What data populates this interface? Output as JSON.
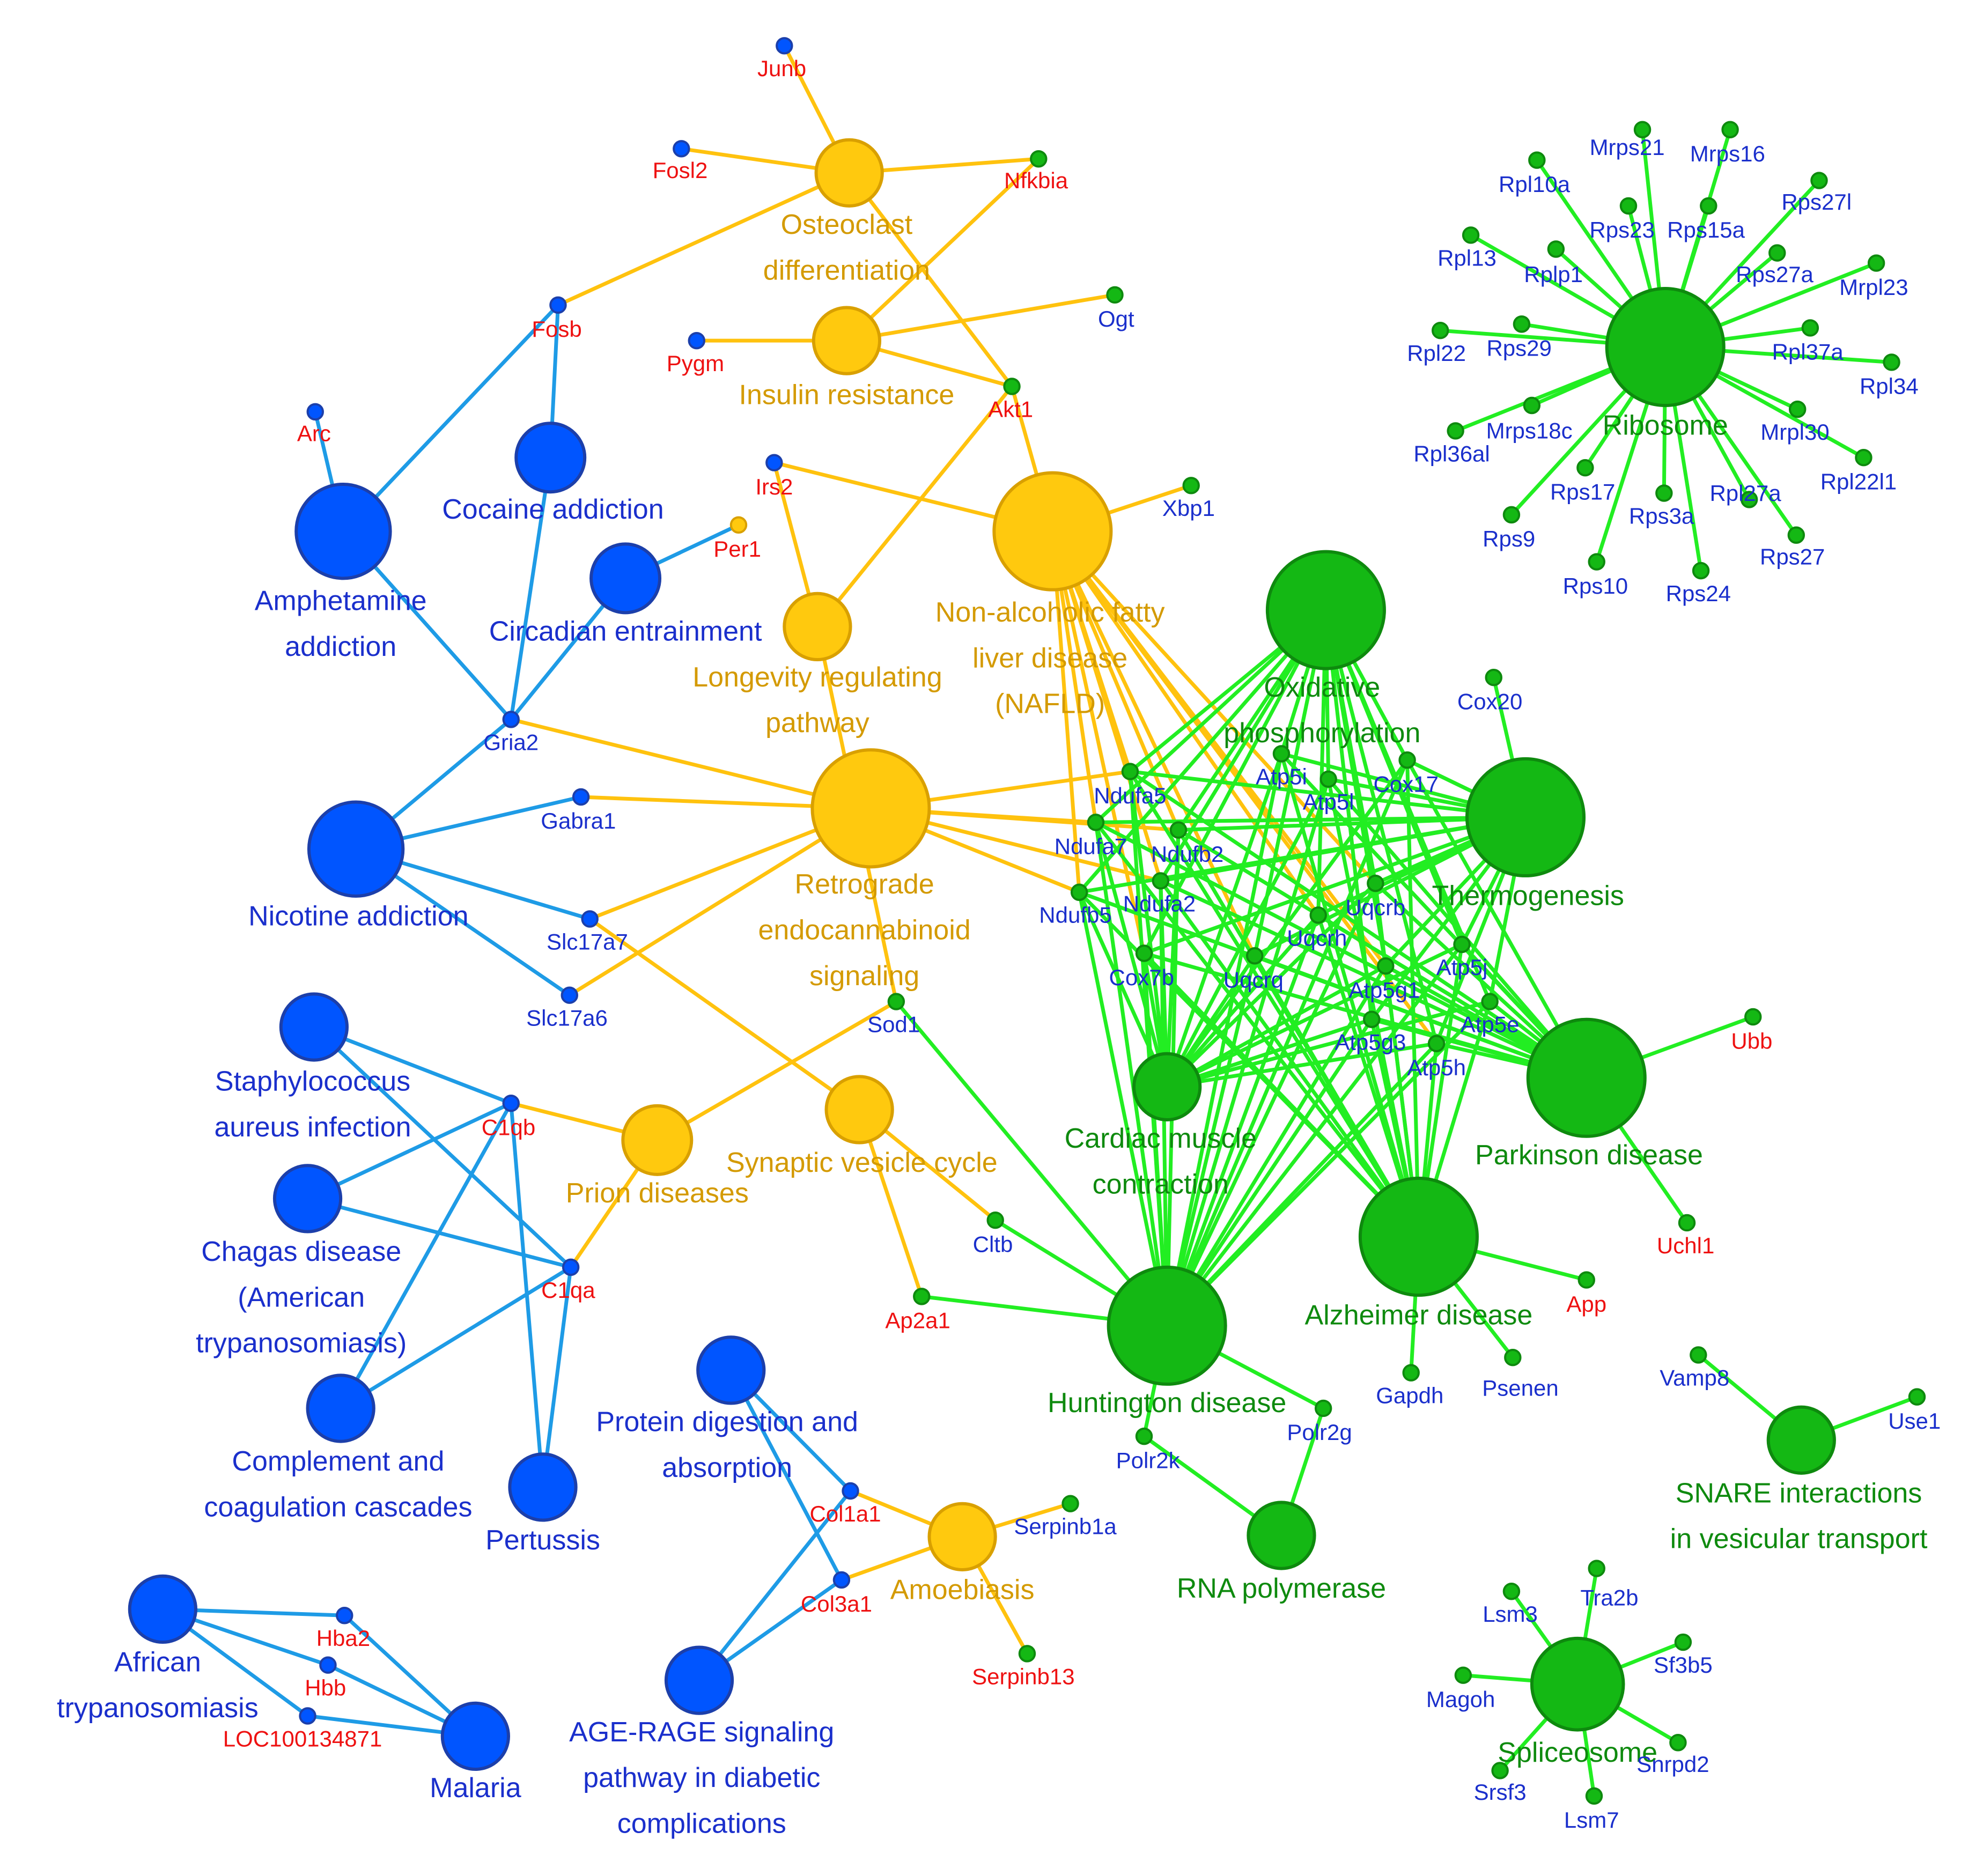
{
  "colors": {
    "blue_fill": "#0055FF",
    "blue_stroke": "#1C3FAA",
    "blue_edge": "#1E9BE6",
    "blue_text": "#1A2FCC",
    "yellow_fill": "#FFC90E",
    "yellow_stroke": "#D9A000",
    "yellow_edge": "#FFC20E",
    "yellow_text": "#D49A00",
    "green_fill": "#14B814",
    "green_stroke": "#0E8A0E",
    "green_edge": "#22EE22",
    "green_text": "#0E8A0E",
    "gene_red": "#EE1111",
    "gene_blue": "#1A2FCC"
  },
  "terms": [
    {
      "id": "t1",
      "c": "y",
      "label": [
        "Osteoclast",
        "differentiation"
      ]
    },
    {
      "id": "t2",
      "c": "y",
      "label": [
        "Insulin resistance"
      ]
    },
    {
      "id": "t3",
      "c": "b",
      "label": [
        "Cocaine addiction"
      ]
    },
    {
      "id": "t4",
      "c": "b",
      "label": [
        "Amphetamine",
        "addiction"
      ]
    },
    {
      "id": "t5",
      "c": "b",
      "label": [
        "Circadian entrainment"
      ]
    },
    {
      "id": "t6",
      "c": "y",
      "label": [
        "Non-alcoholic fatty",
        "liver disease",
        "(NAFLD)"
      ]
    },
    {
      "id": "t7",
      "c": "y",
      "label": [
        "Longevity regulating",
        "pathway"
      ]
    },
    {
      "id": "t8",
      "c": "y",
      "label": [
        "Retrograde",
        "endocannabinoid",
        "signaling"
      ]
    },
    {
      "id": "t9",
      "c": "b",
      "label": [
        "Nicotine addiction"
      ]
    },
    {
      "id": "t10",
      "c": "b",
      "label": [
        "Staphylococcus",
        "aureus infection"
      ]
    },
    {
      "id": "t11",
      "c": "b",
      "label": [
        "Chagas disease",
        "(American",
        "trypanosomiasis)"
      ]
    },
    {
      "id": "t12",
      "c": "b",
      "label": [
        "Complement and",
        "coagulation cascades"
      ]
    },
    {
      "id": "t13",
      "c": "b",
      "label": [
        "Pertussis"
      ]
    },
    {
      "id": "t14",
      "c": "y",
      "label": [
        "Prion diseases"
      ]
    },
    {
      "id": "t15",
      "c": "y",
      "label": [
        "Synaptic vesicle cycle"
      ]
    },
    {
      "id": "t16",
      "c": "b",
      "label": [
        "Protein digestion and",
        "absorption"
      ]
    },
    {
      "id": "t17",
      "c": "y",
      "label": [
        "Amoebiasis"
      ]
    },
    {
      "id": "t18",
      "c": "b",
      "label": [
        "AGE-RAGE signaling",
        "pathway in diabetic",
        "complications"
      ]
    },
    {
      "id": "t19",
      "c": "b",
      "label": [
        "African",
        "trypanosomiasis"
      ]
    },
    {
      "id": "t20",
      "c": "b",
      "label": [
        "Malaria"
      ]
    },
    {
      "id": "t21",
      "c": "g",
      "label": [
        "Oxidative",
        "phosphorylation"
      ]
    },
    {
      "id": "t22",
      "c": "g",
      "label": [
        "Thermogenesis"
      ]
    },
    {
      "id": "t23",
      "c": "g",
      "label": [
        "Parkinson disease"
      ]
    },
    {
      "id": "t24",
      "c": "g",
      "label": [
        "Cardiac muscle",
        "contraction"
      ]
    },
    {
      "id": "t25",
      "c": "g",
      "label": [
        "Alzheimer disease"
      ]
    },
    {
      "id": "t26",
      "c": "g",
      "label": [
        "Huntington disease"
      ]
    },
    {
      "id": "t27",
      "c": "g",
      "label": [
        "RNA polymerase"
      ]
    },
    {
      "id": "t28",
      "c": "g",
      "label": [
        "Ribosome"
      ]
    },
    {
      "id": "t29",
      "c": "g",
      "label": [
        "SNARE interactions",
        "in vesicular transport"
      ]
    },
    {
      "id": "t30",
      "c": "g",
      "label": [
        "Spliceosome"
      ]
    }
  ],
  "genes": [
    {
      "id": "Junb",
      "c": "b",
      "tc": "r"
    },
    {
      "id": "Fosl2",
      "c": "b",
      "tc": "r"
    },
    {
      "id": "Nfkbia",
      "c": "g",
      "tc": "r"
    },
    {
      "id": "Fosb",
      "c": "b",
      "tc": "r"
    },
    {
      "id": "Ogt",
      "c": "g",
      "tc": "b"
    },
    {
      "id": "Pygm",
      "c": "b",
      "tc": "r"
    },
    {
      "id": "Akt1",
      "c": "g",
      "tc": "r"
    },
    {
      "id": "Arc",
      "c": "b",
      "tc": "r"
    },
    {
      "id": "Irs2",
      "c": "b",
      "tc": "r"
    },
    {
      "id": "Xbp1",
      "c": "g",
      "tc": "b"
    },
    {
      "id": "Per1",
      "c": "y",
      "tc": "r"
    },
    {
      "id": "Gria2",
      "c": "b",
      "tc": "b"
    },
    {
      "id": "Gabra1",
      "c": "b",
      "tc": "b"
    },
    {
      "id": "Slc17a7",
      "c": "b",
      "tc": "b"
    },
    {
      "id": "Slc17a6",
      "c": "b",
      "tc": "b"
    },
    {
      "id": "Sod1",
      "c": "g",
      "tc": "b"
    },
    {
      "id": "C1qb",
      "c": "b",
      "tc": "r"
    },
    {
      "id": "C1qa",
      "c": "b",
      "tc": "r"
    },
    {
      "id": "Cltb",
      "c": "g",
      "tc": "b"
    },
    {
      "id": "Ap2a1",
      "c": "g",
      "tc": "r"
    },
    {
      "id": "Col1a1",
      "c": "b",
      "tc": "r"
    },
    {
      "id": "Col3a1",
      "c": "b",
      "tc": "r"
    },
    {
      "id": "Serpinb1a",
      "c": "g",
      "tc": "b"
    },
    {
      "id": "Serpinb13",
      "c": "g",
      "tc": "r"
    },
    {
      "id": "Hba2",
      "c": "b",
      "tc": "r"
    },
    {
      "id": "Hbb",
      "c": "b",
      "tc": "r"
    },
    {
      "id": "LOC100134871",
      "c": "b",
      "tc": "r"
    },
    {
      "id": "Ndufa5",
      "c": "g",
      "tc": "b"
    },
    {
      "id": "Ndufa7",
      "c": "g",
      "tc": "b"
    },
    {
      "id": "Ndufb2",
      "c": "g",
      "tc": "b"
    },
    {
      "id": "Ndufa2",
      "c": "g",
      "tc": "b"
    },
    {
      "id": "Ndufb5",
      "c": "g",
      "tc": "b"
    },
    {
      "id": "Cox7b",
      "c": "g",
      "tc": "b"
    },
    {
      "id": "Uqcrq",
      "c": "g",
      "tc": "b"
    },
    {
      "id": "Uqcrh",
      "c": "g",
      "tc": "b"
    },
    {
      "id": "Uqcrb",
      "c": "g",
      "tc": "b"
    },
    {
      "id": "Atp5i",
      "c": "g",
      "tc": "b"
    },
    {
      "id": "Atp5l",
      "c": "g",
      "tc": "b"
    },
    {
      "id": "Cox17",
      "c": "g",
      "tc": "b"
    },
    {
      "id": "Cox20",
      "c": "g",
      "tc": "b"
    },
    {
      "id": "Atp5j",
      "c": "g",
      "tc": "b"
    },
    {
      "id": "Atp5g1",
      "c": "g",
      "tc": "b"
    },
    {
      "id": "Atp5e",
      "c": "g",
      "tc": "b"
    },
    {
      "id": "Atp5g3",
      "c": "g",
      "tc": "b"
    },
    {
      "id": "Atp5h",
      "c": "g",
      "tc": "b"
    },
    {
      "id": "Ubb",
      "c": "g",
      "tc": "r"
    },
    {
      "id": "Uchl1",
      "c": "g",
      "tc": "r"
    },
    {
      "id": "App",
      "c": "g",
      "tc": "r"
    },
    {
      "id": "Gapdh",
      "c": "g",
      "tc": "b"
    },
    {
      "id": "Psenen",
      "c": "g",
      "tc": "b"
    },
    {
      "id": "Polr2k",
      "c": "g",
      "tc": "b"
    },
    {
      "id": "Polr2g",
      "c": "g",
      "tc": "b"
    },
    {
      "id": "Vamp8",
      "c": "g",
      "tc": "b"
    },
    {
      "id": "Use1",
      "c": "g",
      "tc": "b"
    },
    {
      "id": "Lsm3",
      "c": "g",
      "tc": "b"
    },
    {
      "id": "Tra2b",
      "c": "g",
      "tc": "b"
    },
    {
      "id": "Sf3b5",
      "c": "g",
      "tc": "b"
    },
    {
      "id": "Magoh",
      "c": "g",
      "tc": "b"
    },
    {
      "id": "Snrpd2",
      "c": "g",
      "tc": "b"
    },
    {
      "id": "Srsf3",
      "c": "g",
      "tc": "b"
    },
    {
      "id": "Lsm7",
      "c": "g",
      "tc": "b"
    },
    {
      "id": "Mrps21",
      "c": "g",
      "tc": "b"
    },
    {
      "id": "Mrps16",
      "c": "g",
      "tc": "b"
    },
    {
      "id": "Rpl10a",
      "c": "g",
      "tc": "b"
    },
    {
      "id": "Rps27l",
      "c": "g",
      "tc": "b"
    },
    {
      "id": "Rps23",
      "c": "g",
      "tc": "b"
    },
    {
      "id": "Rps15a",
      "c": "g",
      "tc": "b"
    },
    {
      "id": "Rpl13",
      "c": "g",
      "tc": "b"
    },
    {
      "id": "Rplp1",
      "c": "g",
      "tc": "b"
    },
    {
      "id": "Rps27a",
      "c": "g",
      "tc": "b"
    },
    {
      "id": "Mrpl23",
      "c": "g",
      "tc": "b"
    },
    {
      "id": "Rpl22",
      "c": "g",
      "tc": "b"
    },
    {
      "id": "Rps29",
      "c": "g",
      "tc": "b"
    },
    {
      "id": "Rpl37a",
      "c": "g",
      "tc": "b"
    },
    {
      "id": "Rpl34",
      "c": "g",
      "tc": "b"
    },
    {
      "id": "Mrps18c",
      "c": "g",
      "tc": "b"
    },
    {
      "id": "Rpl36al",
      "c": "g",
      "tc": "b"
    },
    {
      "id": "Mrpl30",
      "c": "g",
      "tc": "b"
    },
    {
      "id": "Rps17",
      "c": "g",
      "tc": "b"
    },
    {
      "id": "Rps3a",
      "c": "g",
      "tc": "b"
    },
    {
      "id": "Rpl27a",
      "c": "g",
      "tc": "b"
    },
    {
      "id": "Rpl22l1",
      "c": "g",
      "tc": "b"
    },
    {
      "id": "Rps9",
      "c": "g",
      "tc": "b"
    },
    {
      "id": "Rps27",
      "c": "g",
      "tc": "b"
    },
    {
      "id": "Rps10",
      "c": "g",
      "tc": "b"
    },
    {
      "id": "Rps24",
      "c": "g",
      "tc": "b"
    }
  ],
  "edges": [
    [
      "t1",
      "Junb",
      "y"
    ],
    [
      "t1",
      "Fosl2",
      "y"
    ],
    [
      "t1",
      "Nfkbia",
      "y"
    ],
    [
      "t1",
      "Fosb",
      "y"
    ],
    [
      "t1",
      "Akt1",
      "y"
    ],
    [
      "t2",
      "Pygm",
      "y"
    ],
    [
      "t2",
      "Ogt",
      "y"
    ],
    [
      "t2",
      "Akt1",
      "y"
    ],
    [
      "t2",
      "Nfkbia",
      "y"
    ],
    [
      "t6",
      "Akt1",
      "y"
    ],
    [
      "t6",
      "Irs2",
      "y"
    ],
    [
      "t6",
      "Xbp1",
      "y"
    ],
    [
      "t7",
      "Irs2",
      "y"
    ],
    [
      "t7",
      "Akt1",
      "y"
    ],
    [
      "t7",
      "Sod1",
      "y"
    ],
    [
      "t8",
      "Gria2",
      "y"
    ],
    [
      "t8",
      "Gabra1",
      "y"
    ],
    [
      "t8",
      "Slc17a7",
      "y"
    ],
    [
      "t8",
      "Slc17a6",
      "y"
    ],
    [
      "t8",
      "Ndufa5",
      "y"
    ],
    [
      "t8",
      "Ndufa7",
      "y"
    ],
    [
      "t8",
      "Ndufb2",
      "y"
    ],
    [
      "t8",
      "Ndufa2",
      "y"
    ],
    [
      "t8",
      "Ndufb5",
      "y"
    ],
    [
      "t6",
      "Ndufa5",
      "y"
    ],
    [
      "t6",
      "Ndufa7",
      "y"
    ],
    [
      "t6",
      "Ndufb2",
      "y"
    ],
    [
      "t6",
      "Ndufa2",
      "y"
    ],
    [
      "t6",
      "Ndufb5",
      "y"
    ],
    [
      "t6",
      "Cox7b",
      "y"
    ],
    [
      "t6",
      "Uqcrq",
      "y"
    ],
    [
      "t6",
      "Uqcrh",
      "y"
    ],
    [
      "t6",
      "Uqcrb",
      "y"
    ],
    [
      "t6",
      "Atp5g1",
      "y"
    ],
    [
      "t6",
      "Atp5h",
      "y"
    ],
    [
      "t14",
      "C1qb",
      "y"
    ],
    [
      "t14",
      "C1qa",
      "y"
    ],
    [
      "t14",
      "Sod1",
      "y"
    ],
    [
      "t15",
      "Slc17a7",
      "y"
    ],
    [
      "t15",
      "Cltb",
      "y"
    ],
    [
      "t15",
      "Ap2a1",
      "y"
    ],
    [
      "t17",
      "Col1a1",
      "y"
    ],
    [
      "t17",
      "Col3a1",
      "y"
    ],
    [
      "t17",
      "Serpinb1a",
      "y"
    ],
    [
      "t17",
      "Serpinb13",
      "y"
    ],
    [
      "t3",
      "Fosb",
      "b"
    ],
    [
      "t3",
      "Gria2",
      "b"
    ],
    [
      "t4",
      "Arc",
      "b"
    ],
    [
      "t4",
      "Fosb",
      "b"
    ],
    [
      "t4",
      "Gria2",
      "b"
    ],
    [
      "t5",
      "Per1",
      "b"
    ],
    [
      "t5",
      "Gria2",
      "b"
    ],
    [
      "t9",
      "Gria2",
      "b"
    ],
    [
      "t9",
      "Gabra1",
      "b"
    ],
    [
      "t9",
      "Slc17a7",
      "b"
    ],
    [
      "t9",
      "Slc17a6",
      "b"
    ],
    [
      "t10",
      "C1qb",
      "b"
    ],
    [
      "t10",
      "C1qa",
      "b"
    ],
    [
      "t11",
      "C1qb",
      "b"
    ],
    [
      "t11",
      "C1qa",
      "b"
    ],
    [
      "t12",
      "C1qb",
      "b"
    ],
    [
      "t12",
      "C1qa",
      "b"
    ],
    [
      "t13",
      "C1qb",
      "b"
    ],
    [
      "t13",
      "C1qa",
      "b"
    ],
    [
      "t16",
      "Col1a1",
      "b"
    ],
    [
      "t16",
      "Col3a1",
      "b"
    ],
    [
      "t18",
      "Col1a1",
      "b"
    ],
    [
      "t18",
      "Col3a1",
      "b"
    ],
    [
      "t19",
      "Hba2",
      "b"
    ],
    [
      "t19",
      "Hbb",
      "b"
    ],
    [
      "t19",
      "LOC100134871",
      "b"
    ],
    [
      "t20",
      "Hba2",
      "b"
    ],
    [
      "t20",
      "Hbb",
      "b"
    ],
    [
      "t20",
      "LOC100134871",
      "b"
    ],
    [
      "t23",
      "Ubb",
      "g"
    ],
    [
      "t23",
      "Uchl1",
      "g"
    ],
    [
      "t25",
      "App",
      "g"
    ],
    [
      "t25",
      "Gapdh",
      "g"
    ],
    [
      "t25",
      "Psenen",
      "g"
    ],
    [
      "t26",
      "Sod1",
      "g"
    ],
    [
      "t26",
      "Cltb",
      "g"
    ],
    [
      "t26",
      "Ap2a1",
      "g"
    ],
    [
      "t26",
      "Polr2k",
      "g"
    ],
    [
      "t26",
      "Polr2g",
      "g"
    ],
    [
      "t27",
      "Polr2k",
      "g"
    ],
    [
      "t27",
      "Polr2g",
      "g"
    ],
    [
      "t22",
      "Cox20",
      "g"
    ],
    [
      "t22",
      "Cox17",
      "g"
    ],
    [
      "t29",
      "Vamp8",
      "g"
    ],
    [
      "t29",
      "Use1",
      "g"
    ]
  ],
  "oxphos_genes": [
    "Ndufa5",
    "Ndufa7",
    "Ndufb2",
    "Ndufa2",
    "Ndufb5",
    "Cox7b",
    "Uqcrq",
    "Uqcrh",
    "Uqcrb",
    "Atp5i",
    "Atp5l",
    "Cox17",
    "Atp5j",
    "Atp5g1",
    "Atp5e",
    "Atp5g3",
    "Atp5h"
  ],
  "oxphos_terms": [
    "t21",
    "t22",
    "t23",
    "t24",
    "t25",
    "t26"
  ],
  "ribosome_genes": [
    "Mrps21",
    "Mrps16",
    "Rpl10a",
    "Rps27l",
    "Rps23",
    "Rps15a",
    "Rpl13",
    "Rplp1",
    "Rps27a",
    "Mrpl23",
    "Rpl22",
    "Rps29",
    "Rpl37a",
    "Rpl34",
    "Mrps18c",
    "Rpl36al",
    "Mrpl30",
    "Rps17",
    "Rps3a",
    "Rpl27a",
    "Rpl22l1",
    "Rps9",
    "Rps27",
    "Rps10",
    "Rps24"
  ],
  "spliceosome_genes": [
    "Lsm3",
    "Tra2b",
    "Sf3b5",
    "Magoh",
    "Snrpd2",
    "Srsf3",
    "Lsm7"
  ]
}
